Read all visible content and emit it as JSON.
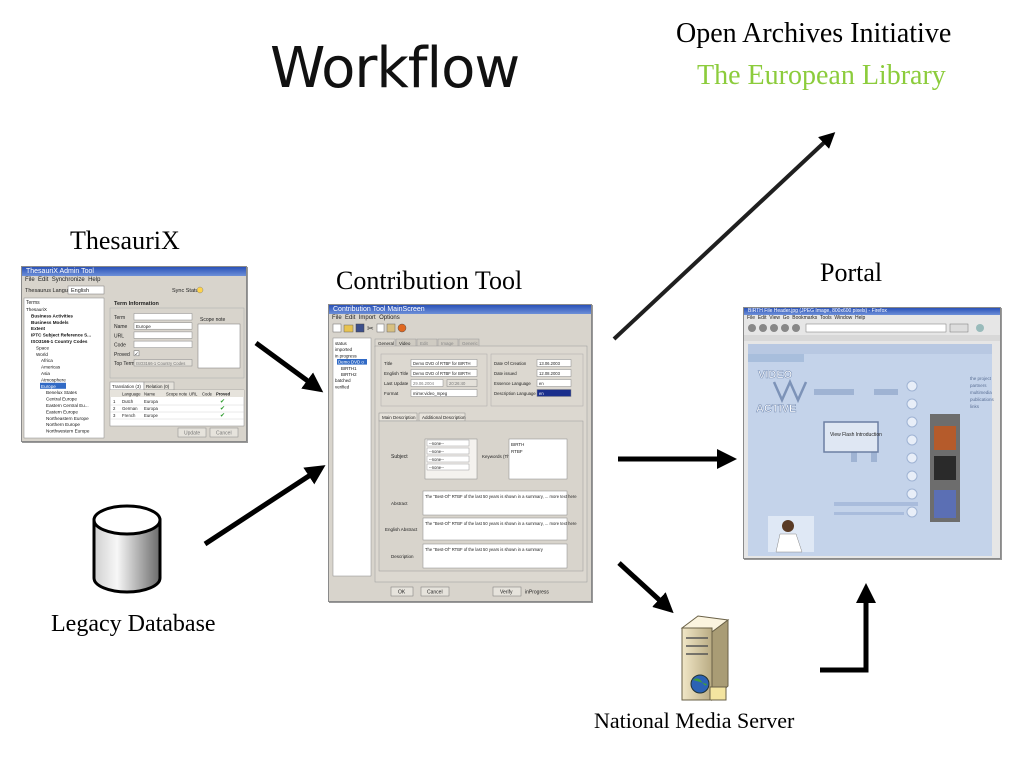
{
  "title": "Workflow",
  "outputs": {
    "line1": "Open Archives Initiative",
    "line2": "The European Library",
    "line2_color": "#8ccc3c"
  },
  "nodes": {
    "thesaurix": {
      "label": "ThesauriX",
      "window_title": "ThesauriX Admin Tool",
      "menu": [
        "File",
        "Edit",
        "Synchronize",
        "Help"
      ],
      "language_label": "Thesaurus Language:",
      "language_value": "English",
      "sync_label": "Sync Status:",
      "tree_header": "Terms",
      "tree": [
        "ThesauriX",
        "Business Activities",
        "Business Models",
        "Extent",
        "IPTC Subject Reference S...",
        "ISO3166-1 Country Codes",
        "Space",
        "World",
        "Africa",
        "Americas",
        "Asia",
        "Atmosphere",
        "Europe",
        "Benelux States",
        "Central Europe",
        "Eastern Central Eu...",
        "Eastern Europe",
        "Northeastern Europe",
        "Northern Europe",
        "Northwestern Europe"
      ],
      "panel_title": "Term Information",
      "fields": [
        "Term",
        "Name",
        "URL",
        "Code",
        "Proved",
        "Top Term"
      ],
      "name_value": "Europe",
      "top_term_value": "ISO3166-1 Country Codes",
      "scope_label": "Scope note",
      "tabs": [
        "Translation (3)",
        "Relation (0)"
      ],
      "columns": [
        "Language",
        "Name",
        "Scope note",
        "URL",
        "Code",
        "Proved"
      ],
      "rows": [
        [
          "1",
          "Dutch",
          "Europa"
        ],
        [
          "2",
          "German",
          "Europa"
        ],
        [
          "3",
          "French",
          "Europe"
        ]
      ],
      "buttons": [
        "Update",
        "Cancel"
      ]
    },
    "legacy": {
      "label": "Legacy Database"
    },
    "contribution": {
      "label": "Contribution Tool",
      "window_title": "Contribution Tool MainScreen",
      "menu": [
        "File",
        "Edit",
        "Import",
        "Options"
      ],
      "status_list": [
        "status",
        "imported",
        "in progress",
        "Demo DVD o",
        "BIRTH1",
        "BIRTH2",
        "batched",
        "verified"
      ],
      "tabs": [
        "General",
        "Video",
        "Edit",
        "Image",
        "Generic"
      ],
      "fields_left": [
        "Title",
        "English Title",
        "Last Update",
        "Format"
      ],
      "title_value": "Demo DVD of RTBF for BIRTH",
      "english_title_value": "Demo DVD of RTBF for BIRTH",
      "last_update_value": "29.06.2004",
      "last_update_time": "20:26:40",
      "format_value": "mime:video_mpeg",
      "fields_right": [
        "Date Of Creation",
        "Date issued",
        "Essence Language",
        "Description Language"
      ],
      "date_creation_value": "13.06.2003",
      "date_issued_value": "12.08.2003",
      "essence_language_value": "en",
      "description_language_value": "en",
      "subtabs": [
        "Main Description",
        "Additional Description"
      ],
      "subject_label": "Subject",
      "subject_options": [
        "--none--",
        "--none--",
        "--none--",
        "--none--"
      ],
      "keywords_label": "Keywords (Thesaurus)",
      "keywords": [
        "BIRTH",
        "RTBF"
      ],
      "abstract_label": "Abstract",
      "abstract_text": "The \"Best-Of\" RTBF of the last 50 years is shown in a summary, ... more text here",
      "english_abstract_label": "English Abstract",
      "english_abstract_text": "The \"Best-Of\" RTBF of the last 50 years is shown in a summary, ... more text here",
      "description_label": "Description",
      "description_text": "The \"Best-Of\" RTBF of the last 50 years is shown in a summary",
      "buttons": [
        "OK",
        "Cancel",
        "Verify"
      ],
      "state": "inProgress"
    },
    "portal": {
      "label": "Portal",
      "window_title": "BIRTH File Header.jpg (JPEG Image, 800x600 pixels) - Firefox",
      "menu": [
        "File",
        "Edit",
        "View",
        "Go",
        "Bookmarks",
        "Tools",
        "Window",
        "Help"
      ],
      "logo_line1": "VIDEO",
      "logo_line2": "ACTIVE",
      "center_button": "View Flash Introduction",
      "side_links": [
        "the project",
        "partners",
        "multimedia",
        "publications",
        "links"
      ]
    },
    "nms": {
      "label": "National Media Server"
    }
  }
}
